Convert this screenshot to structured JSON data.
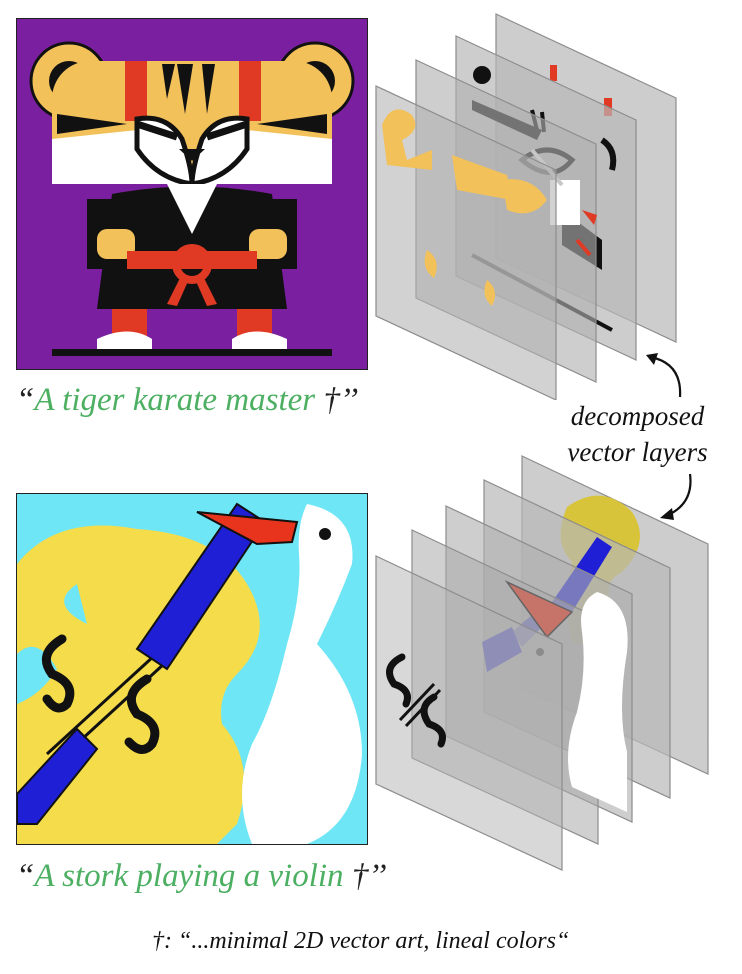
{
  "examples": [
    {
      "prompt_open": "“",
      "prompt_text": "A tiger karate master",
      "prompt_marker": "†",
      "prompt_close": "’’"
    },
    {
      "prompt_open": "“",
      "prompt_text": "A stork playing a violin",
      "prompt_marker": "†",
      "prompt_close": "’’"
    }
  ],
  "annotation": {
    "line1": "decomposed",
    "line2": "vector layers"
  },
  "footnote": {
    "marker": "†:",
    "text": "“...minimal 2D vector art, lineal colors“"
  },
  "colors": {
    "caption_green": "#4caf62",
    "tiger_background": "#7a1fa0",
    "tiger_orange": "#f2c15a",
    "tiger_red": "#e03a24",
    "stork_sky": "#6fe6f5",
    "violin_yellow": "#f4dc4a",
    "violin_blue": "#1f1fd6",
    "beak_red": "#e8341c",
    "layer_gray": "#9a9a9a"
  }
}
